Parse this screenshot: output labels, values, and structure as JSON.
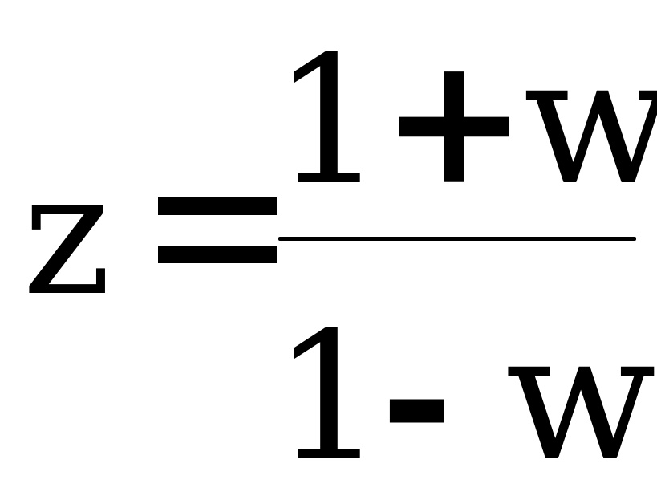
{
  "formula": {
    "lhs": "z",
    "numerator": {
      "one": "1",
      "operator": "+",
      "variable": "w"
    },
    "denominator": {
      "one": "1",
      "operator": "- ",
      "variable": "w"
    },
    "color": "#000000",
    "background": "#ffffff"
  }
}
